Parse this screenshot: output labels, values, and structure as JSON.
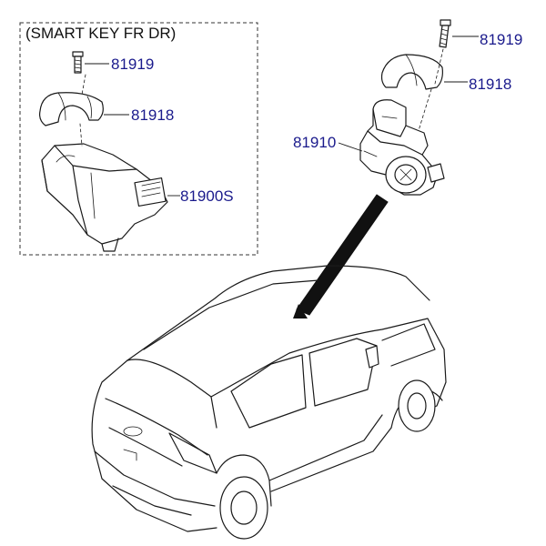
{
  "diagram": {
    "group_title": "(SMART KEY FR DR)",
    "parts": [
      {
        "id": "smart-bolt",
        "number": "81919"
      },
      {
        "id": "smart-cover",
        "number": "81918"
      },
      {
        "id": "smart-module",
        "number": "81900S"
      },
      {
        "id": "ignition-bolt",
        "number": "81919"
      },
      {
        "id": "ignition-cover",
        "number": "81918"
      },
      {
        "id": "ignition-lock",
        "number": "81910"
      }
    ]
  }
}
